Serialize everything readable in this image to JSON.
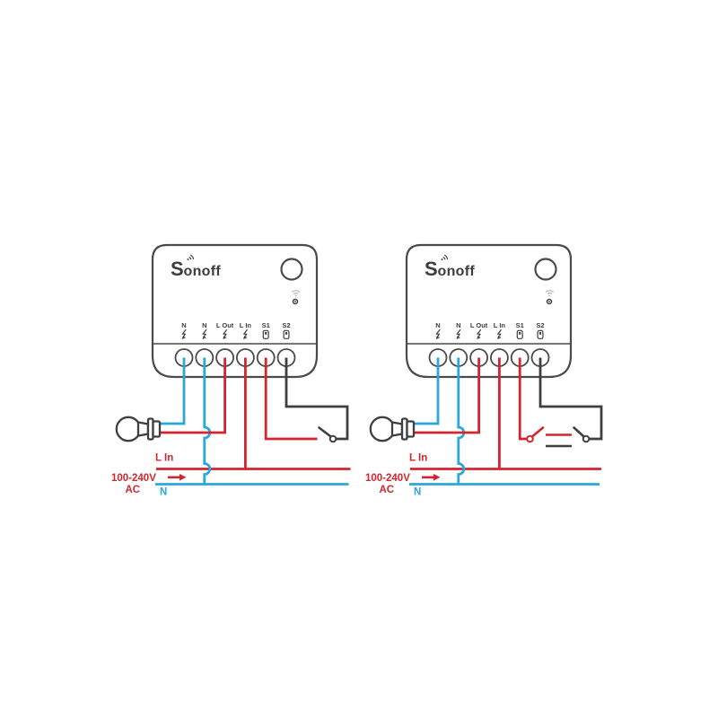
{
  "colors": {
    "live_wire": "#d4252e",
    "neutral_wire": "#2aa7dd",
    "device_outline": "#4a4a4a",
    "dark_wire": "#3f3f3f",
    "background": "#ffffff"
  },
  "brand": {
    "name": "SONOFF",
    "logo_first": "S",
    "logo_rest": "onoff"
  },
  "device": {
    "button": "pairing-button",
    "indicators": [
      "wifi-icon",
      "led-indicator"
    ],
    "terminals": [
      {
        "label": "N",
        "icon": "lightning-icon"
      },
      {
        "label": "N",
        "icon": "lightning-icon"
      },
      {
        "label": "L Out",
        "icon": "lightning-icon"
      },
      {
        "label": "L In",
        "icon": "lightning-icon"
      },
      {
        "label": "S1",
        "icon": "switch-icon"
      },
      {
        "label": "S2",
        "icon": "switch-icon"
      }
    ]
  },
  "supply": {
    "line_label": "L In",
    "voltage": "100-240V",
    "current": "AC",
    "neutral_label": "N"
  },
  "diagrams": [
    {
      "name": "wiring-with-single-switch",
      "load": "light-bulb",
      "external_switch": "single-switch"
    },
    {
      "name": "wiring-with-two-way-switches",
      "load": "light-bulb",
      "external_switch": "two-way-switch-pair"
    }
  ]
}
